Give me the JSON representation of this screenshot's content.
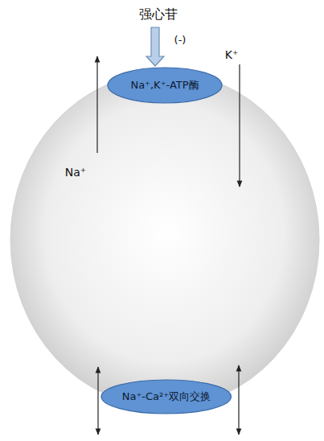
{
  "diagram": {
    "nodes": [
      {
        "text": [
          "Na⁺,K⁺-ATP酶"
        ]
      },
      {
        "text": [
          "Na⁺-Ca²⁺双向交换"
        ]
      }
    ],
    "labels": [
      "强心苷",
      "(-)",
      "K⁺",
      "Na⁺"
    ]
  }
}
